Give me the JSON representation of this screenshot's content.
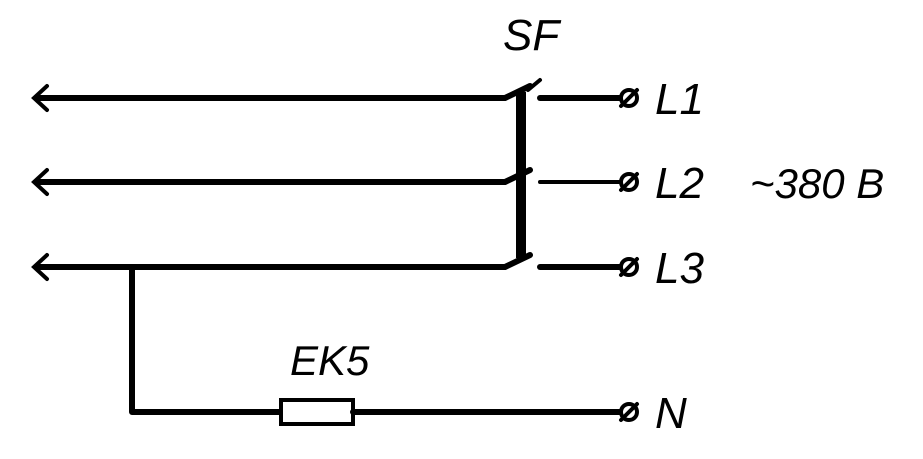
{
  "diagram": {
    "breaker_label": "SF",
    "heater_label": "EK5",
    "voltage_label": "~380 В",
    "terminals": [
      {
        "id": "L1",
        "label": "L1"
      },
      {
        "id": "L2",
        "label": "L2"
      },
      {
        "id": "L3",
        "label": "L3"
      },
      {
        "id": "N",
        "label": "N"
      }
    ]
  }
}
